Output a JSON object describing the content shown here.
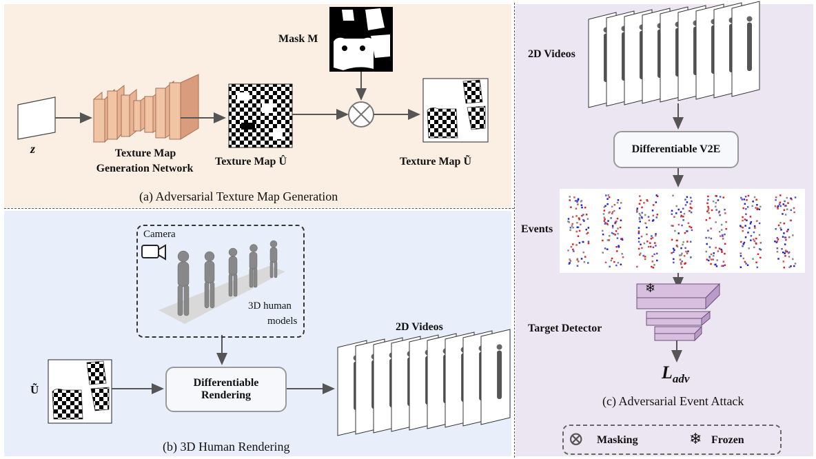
{
  "panel_a": {
    "caption": "(a) Adversarial Texture Map Generation",
    "z_label": "z",
    "network_label_1": "Texture Map",
    "network_label_2": "Generation Network",
    "texture_u_hat": "Texture Map Û",
    "mask_label": "Mask M",
    "texture_u_tilde": "Texture Map Ũ"
  },
  "panel_b": {
    "caption": "(b) 3D Human Rendering",
    "camera_label": "Camera",
    "models_label_1": "3D human",
    "models_label_2": "models",
    "u_tilde": "Ũ",
    "render_label_1": "Differentiable",
    "render_label_2": "Rendering",
    "videos_label": "2D Videos"
  },
  "panel_c": {
    "caption": "(c) Adversarial Event Attack",
    "videos_label": "2D Videos",
    "v2e_label": "Differentiable V2E",
    "events_label": "Events",
    "detector_label": "Target Detector",
    "loss_label": "L",
    "loss_sub": "adv",
    "frozen_glyph": "❄"
  },
  "legend": {
    "masking_label": "Masking",
    "frozen_label": "Frozen",
    "masking_glyph": "⊗",
    "frozen_glyph": "❄"
  },
  "colors": {
    "panel_a_bg": "#fbeee2",
    "panel_b_bg": "#e9effa",
    "panel_c_bg": "#ece6f3",
    "generator_block": "#f1c4a6",
    "detector_block": "#d8bfe0"
  }
}
